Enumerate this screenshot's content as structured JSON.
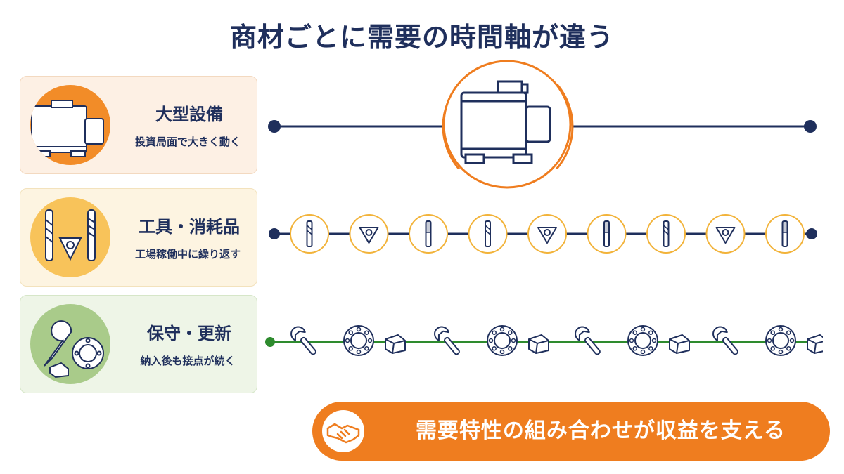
{
  "title": "商材ごとに需要の時間軸が違う",
  "rows": [
    {
      "title": "大型設備",
      "subtitle": "投資局面で大きく動く"
    },
    {
      "title": "工具・消耗品",
      "subtitle": "工場稼働中に繰り返す"
    },
    {
      "title": "保守・更新",
      "subtitle": "納入後も接点が続く"
    }
  ],
  "banner": {
    "text": "需要特性の組み合わせが収益を支える"
  },
  "colors": {
    "navy": "#1f2f5c",
    "orange": "#ef7d1f",
    "yellow": "#f8c35a",
    "green": "#2e8b2e",
    "light_green": "#a9cb8a"
  },
  "icons": [
    "machine-icon",
    "drill-bit-icon",
    "insert-icon",
    "end-mill-icon",
    "wrench-icon",
    "bearing-icon",
    "block-part-icon",
    "handshake-icon"
  ]
}
